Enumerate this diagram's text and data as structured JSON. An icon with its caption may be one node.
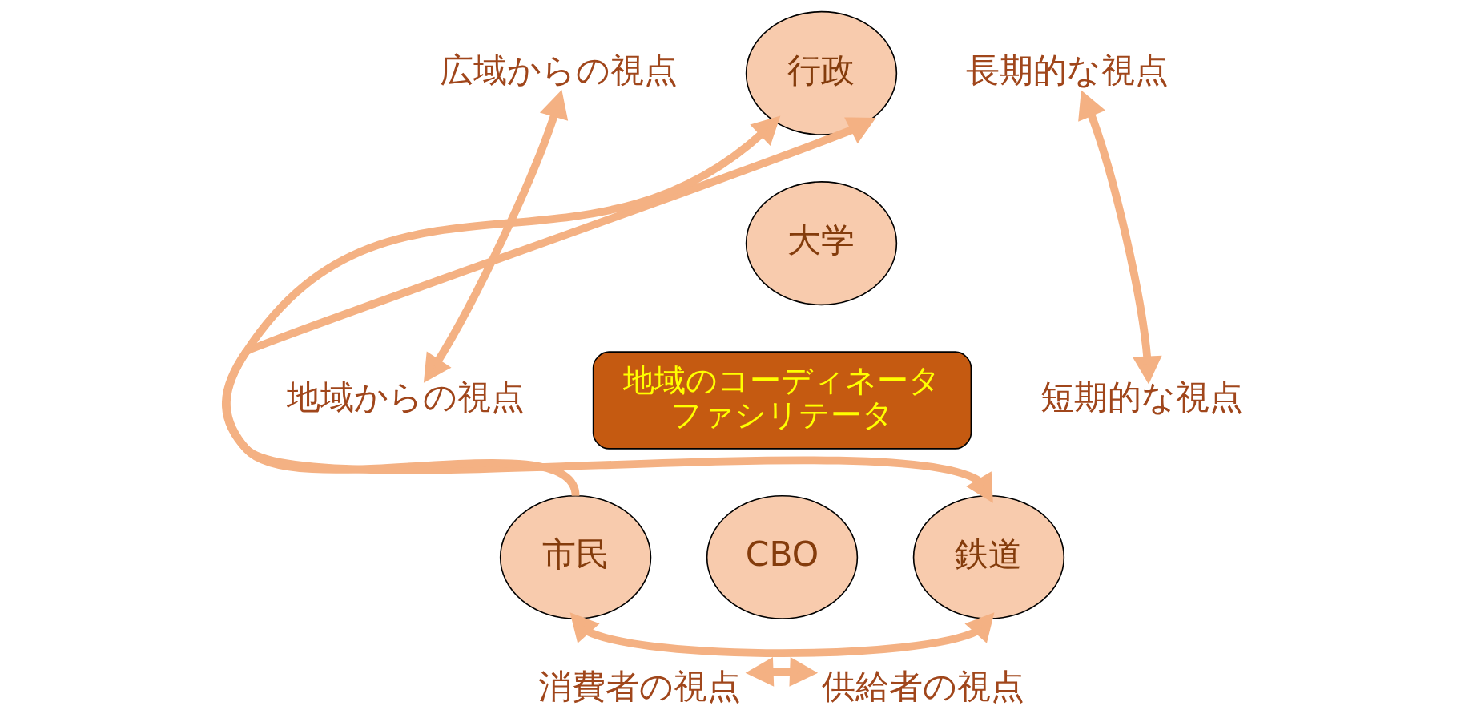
{
  "diagram": {
    "nodes": [
      {
        "text": [
          "行政"
        ]
      },
      {
        "text": [
          "大学"
        ]
      },
      {
        "text": [
          "地域のコーディネータ",
          "ファシリテータ"
        ]
      },
      {
        "text": [
          "CBO"
        ]
      },
      {
        "text": [
          "市民"
        ]
      },
      {
        "text": [
          "鉄道"
        ]
      },
      {
        "text": [
          "広域からの視点"
        ]
      },
      {
        "text": [
          "長期的な視点"
        ]
      },
      {
        "text": [
          "地域からの視点"
        ]
      },
      {
        "text": [
          "短期的な視点"
        ]
      },
      {
        "text": [
          "消費者の視点"
        ]
      },
      {
        "text": [
          "供給者の視点"
        ]
      }
    ],
    "edges": [
      {
        "from": 4,
        "to": 0,
        "arrow": "to"
      },
      {
        "from": 0,
        "to": 5,
        "arrow": "both"
      },
      {
        "from": 4,
        "to": 5,
        "arrow": "both"
      },
      {
        "from": 6,
        "to": 8,
        "arrow": "both"
      },
      {
        "from": 7,
        "to": 9,
        "arrow": "both"
      },
      {
        "from": 10,
        "to": 11,
        "arrow": "both"
      }
    ]
  }
}
